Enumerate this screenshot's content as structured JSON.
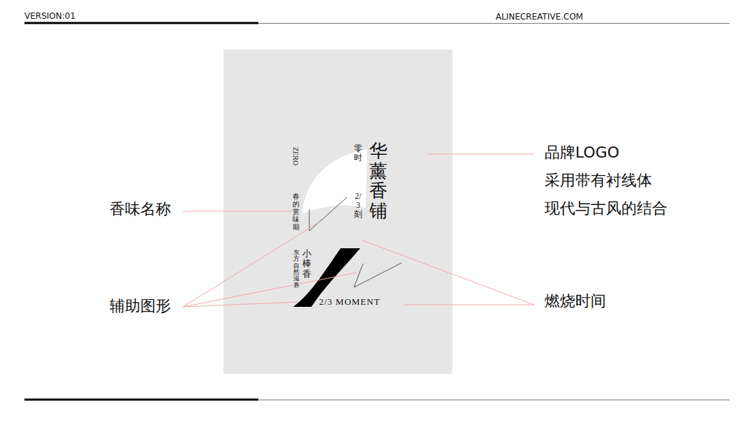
{
  "diagram": {
    "nodes": [
      {
        "text": [
          "ZERO",
          "零时",
          "华薰香铺",
          "2/3刻",
          "春的赏味期",
          "小棒香",
          "东方自然滋养",
          "2/3 MOMENT"
        ]
      }
    ],
    "labels": [
      "VERSION:01",
      "ALINECREATIVE.COM",
      "品牌LOGO",
      "采用带有衬线体",
      "现代与古风的结合",
      "香味名称",
      "辅助图形",
      "燃烧时间"
    ]
  }
}
